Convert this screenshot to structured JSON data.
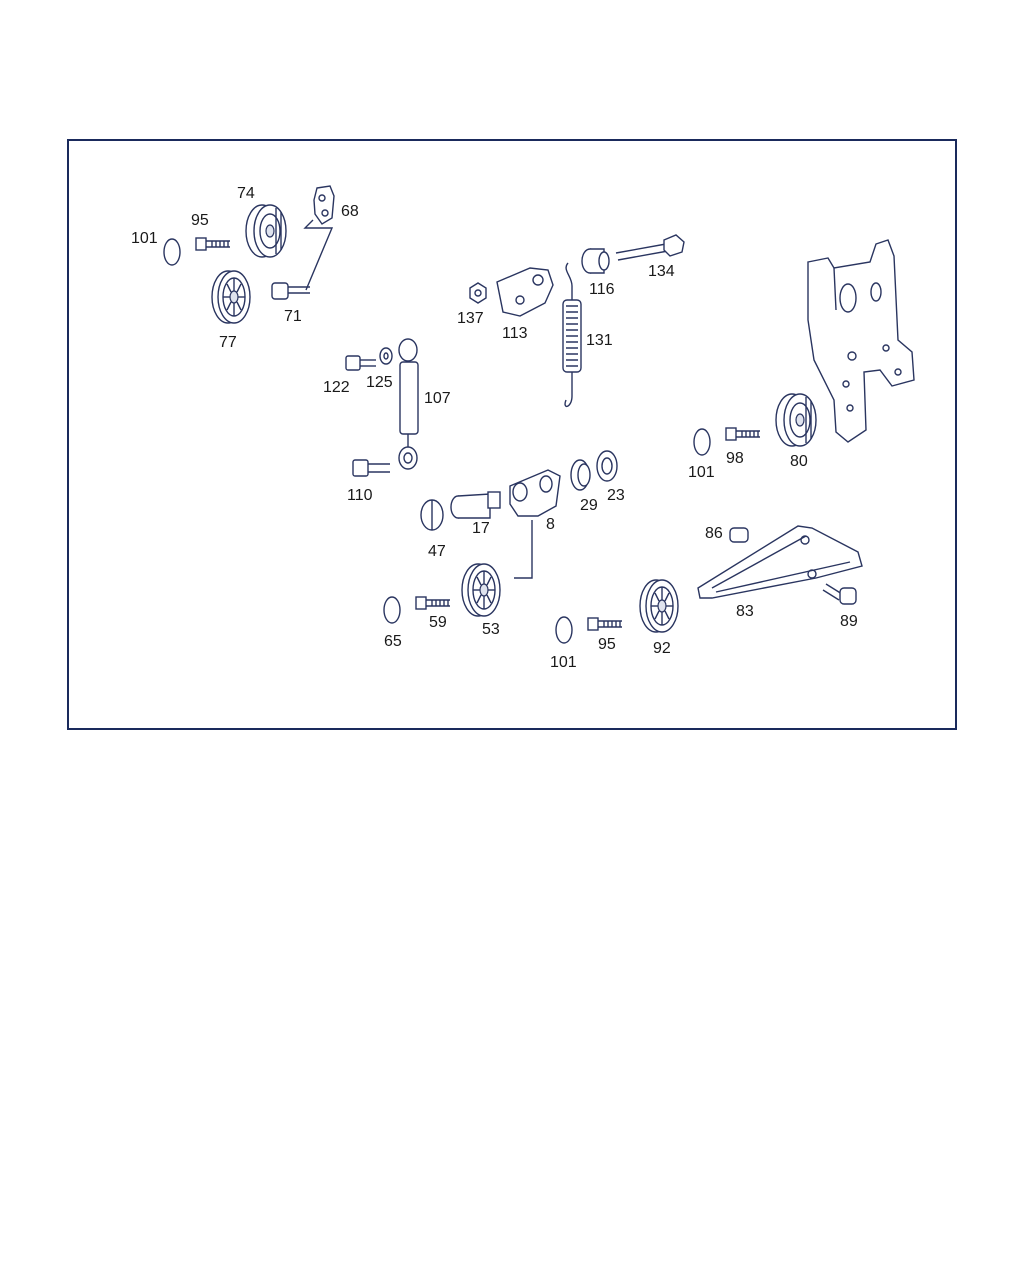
{
  "diagram": {
    "border_color": "#1a2a5c",
    "labels": {
      "l101a": "101",
      "l95a": "95",
      "l74": "74",
      "l68": "68",
      "l71": "71",
      "l77": "77",
      "l137": "137",
      "l113": "113",
      "l116": "116",
      "l134": "134",
      "l131": "131",
      "l122": "122",
      "l125": "125",
      "l107": "107",
      "l110": "110",
      "l101b": "101",
      "l98": "98",
      "l80": "80",
      "l47": "47",
      "l17": "17",
      "l8": "8",
      "l29": "29",
      "l23": "23",
      "l86": "86",
      "l83": "83",
      "l89": "89",
      "l65": "65",
      "l59": "59",
      "l53": "53",
      "l101c": "101",
      "l95b": "95",
      "l92": "92"
    }
  }
}
